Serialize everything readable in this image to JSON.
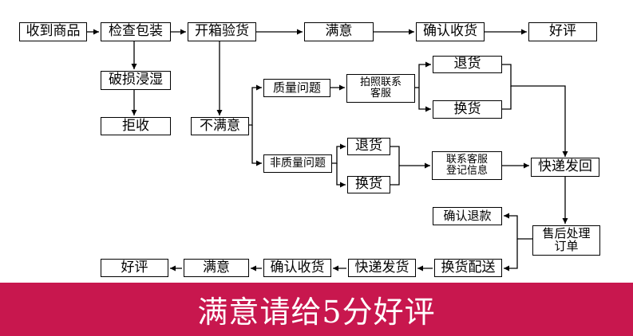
{
  "diagram": {
    "nodes": {
      "receive": "收到商品",
      "check_package": "检查包装",
      "open_inspect": "开箱验货",
      "satisfied_top": "满意",
      "confirm_receipt_top": "确认收货",
      "good_review_top": "好评",
      "damaged": "破损浸湿",
      "reject": "拒收",
      "unsatisfied": "不满意",
      "quality_issue": "质量问题",
      "photo_contact_line1": "拍照联系",
      "photo_contact_line2": "客服",
      "return_top": "退货",
      "exchange_top": "换货",
      "non_quality_issue": "非质量问题",
      "return_mid": "退货",
      "exchange_mid": "换货",
      "contact_register_line1": "联系客服",
      "contact_register_line2": "登记信息",
      "express_return": "快递发回",
      "confirm_refund": "确认退款",
      "after_sales_line1": "售后处理",
      "after_sales_line2": "订单",
      "exchange_dispatch": "换货配送",
      "express_ship": "快递发货",
      "confirm_receipt_bottom": "确认收货",
      "satisfied_bottom": "满意",
      "good_review_bottom": "好评"
    }
  },
  "banner": {
    "text": "满意请给5分好评"
  },
  "colors": {
    "banner": "#c8174e",
    "line": "#000000"
  }
}
